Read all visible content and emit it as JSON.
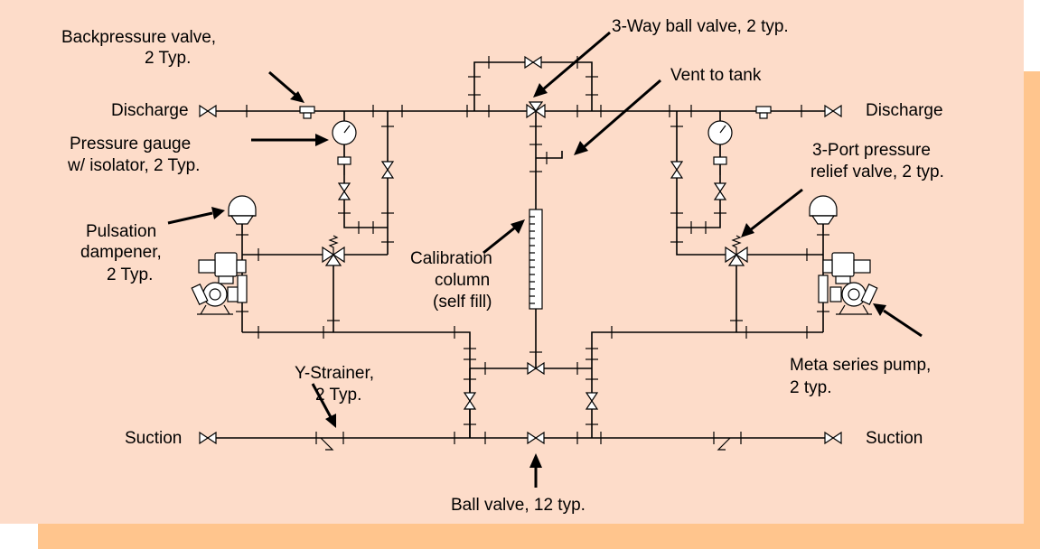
{
  "colors": {
    "background": "#FFFFFF",
    "panel_fill": "#FDDCC9",
    "panel_shadow": "#FFC58D",
    "line": "#000000"
  },
  "labels": {
    "backpressure_1": "Backpressure valve,",
    "backpressure_2": "2 Typ.",
    "three_way": "3-Way ball valve, 2 typ.",
    "vent": "Vent to tank",
    "discharge_left": "Discharge",
    "discharge_right": "Discharge",
    "gauge_1": "Pressure gauge",
    "gauge_2": "w/ isolator, 2 Typ.",
    "relief_1": "3-Port pressure",
    "relief_2": "relief valve, 2 typ.",
    "dampener_1": "Pulsation",
    "dampener_2": "dampener,",
    "dampener_3": "2 Typ.",
    "calib_1": "Calibration",
    "calib_2": "column",
    "calib_3": "(self fill)",
    "pump_1": "Meta series pump,",
    "pump_2": "2 typ.",
    "strainer_1": "Y-Strainer,",
    "strainer_2": "2 Typ.",
    "suction_left": "Suction",
    "suction_right": "Suction",
    "ball_valve": "Ball valve, 12 typ."
  },
  "icons": [
    "ball-valve-icon",
    "three-way-valve-icon",
    "backpressure-valve-icon",
    "pressure-gauge-icon",
    "pulsation-dampener-icon",
    "relief-valve-icon",
    "metering-pump-icon",
    "y-strainer-icon",
    "calibration-column-icon"
  ]
}
